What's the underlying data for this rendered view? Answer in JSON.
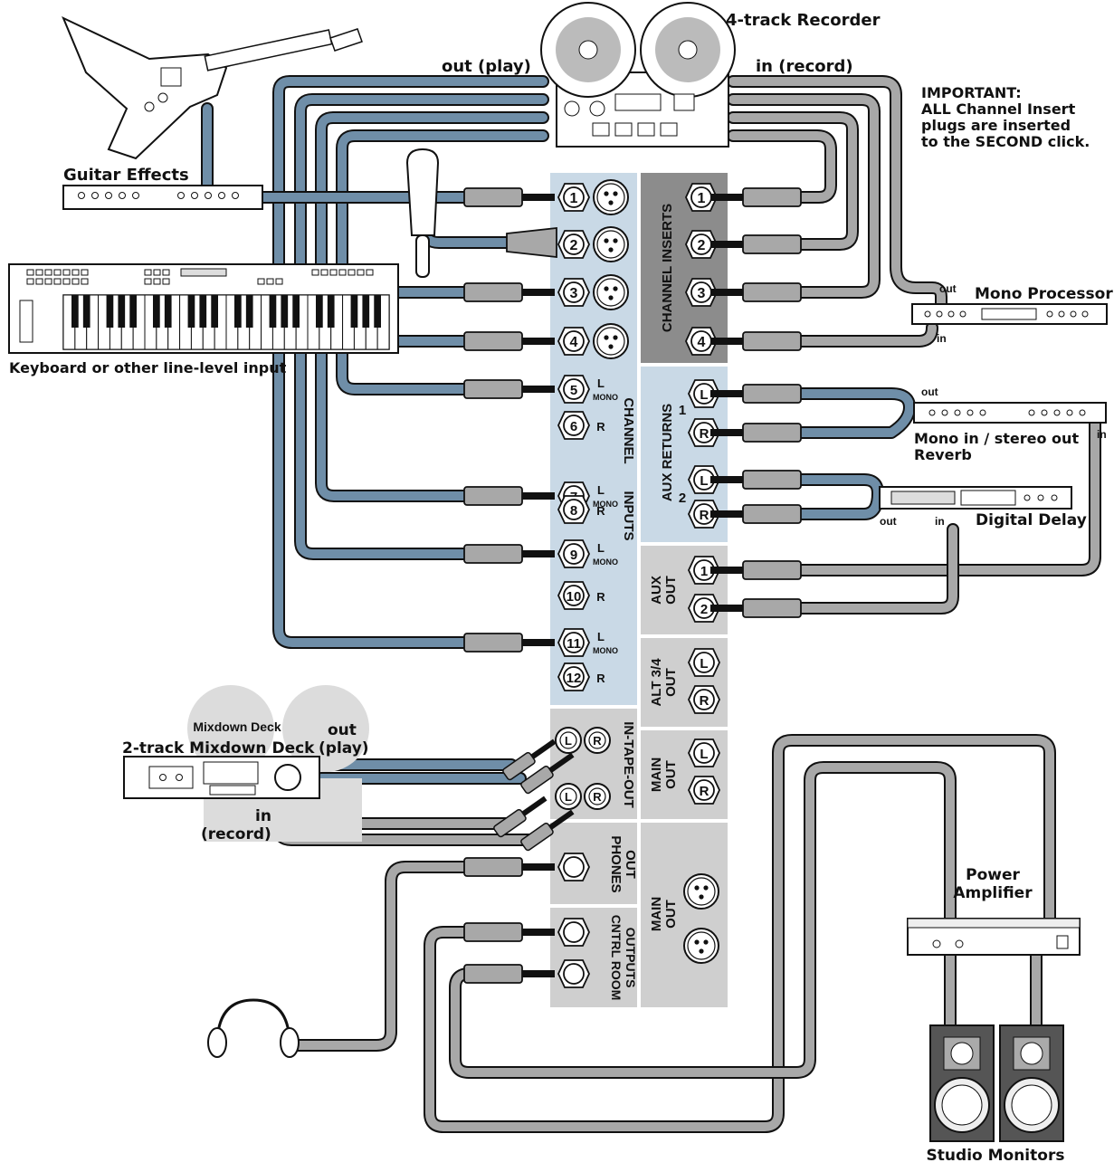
{
  "labels": {
    "recorder": "4-track Recorder",
    "out_play": "out (play)",
    "in_record": "in (record)",
    "important_1": "IMPORTANT:",
    "important_2": "ALL Channel Insert",
    "important_3": "plugs are inserted",
    "important_4": "to the SECOND click.",
    "guitar_effects": "Guitar Effects",
    "keyboard": "Keyboard or other line-level input",
    "mono_processor": "Mono Processor",
    "mp_out": "out",
    "mp_in": "in",
    "reverb_out": "out",
    "reverb_in": "in",
    "reverb_1": "Mono in / stereo out",
    "reverb_2": "Reverb",
    "delay": "Digital Delay",
    "delay_out": "out",
    "delay_in": "in",
    "mixdown": "2-track Mixdown Deck",
    "mixdown_ghost": "Mixdown Deck",
    "md_out": "out",
    "md_play": "(play)",
    "md_in": "in",
    "md_record": "(record)",
    "power_1": "Power",
    "power_2": "Amplifier",
    "monitors": "Studio Monitors"
  },
  "mixer": {
    "channel_inserts": "CHANNEL INSERTS",
    "channel_inputs_1": "CHANNEL",
    "channel_inputs_2": "INPUTS",
    "aux_returns": "AUX RETURNS",
    "aux_out_1": "AUX",
    "aux_out_2": "OUT",
    "alt_out_1": "ALT 3/4",
    "alt_out_2": "OUT",
    "main_out_1": "MAIN",
    "main_out_2": "OUT",
    "tape": "IN-TAPE-OUT",
    "phones_1": "PHONES",
    "phones_2": "OUT",
    "ctrl_1": "CNTRL ROOM",
    "ctrl_2": "OUTPUTS",
    "main_xlr_1": "MAIN",
    "main_xlr_2": "OUT",
    "aux_ret_1": "1",
    "aux_ret_2": "2",
    "inputs": [
      "1",
      "2",
      "3",
      "4",
      "5",
      "6",
      "7",
      "8",
      "9",
      "10",
      "11",
      "12"
    ],
    "inserts": [
      "1",
      "2",
      "3",
      "4"
    ],
    "aux_outs": [
      "1",
      "2"
    ],
    "l": "L",
    "r": "R",
    "mono": "MONO"
  },
  "colors": {
    "blue_cable": "#6f8ea8",
    "gray_cable": "#a8a8a8",
    "light_blue_panel": "#c9d9e6",
    "gray_panel": "#cfcfcf",
    "dark_panel": "#8c8c8c"
  }
}
